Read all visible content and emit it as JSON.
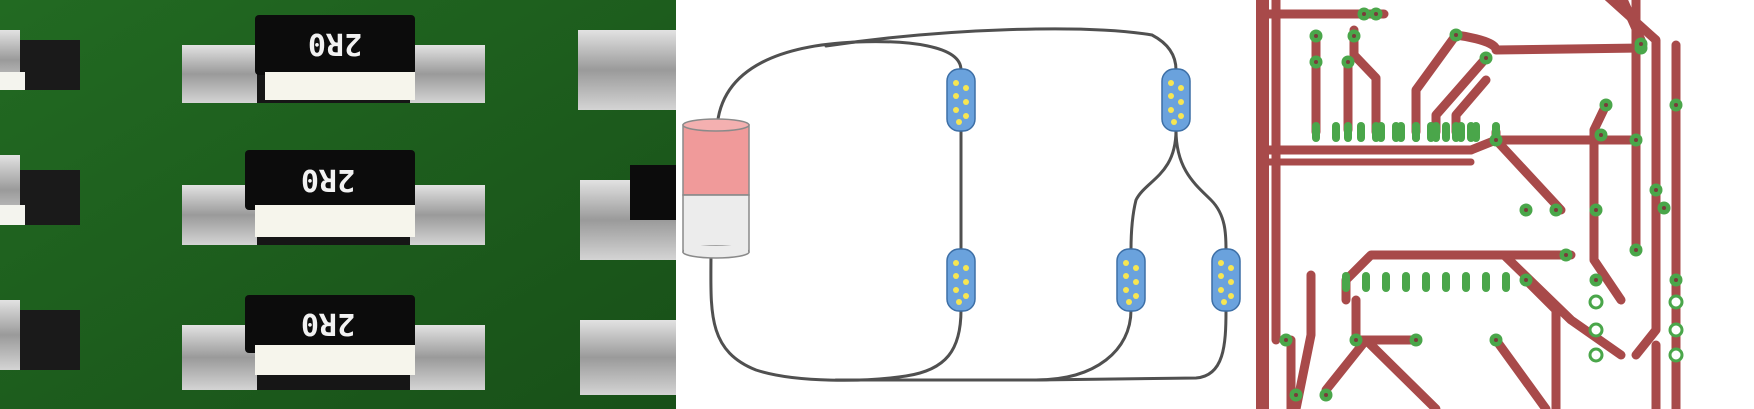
{
  "photo": {
    "resistor_markings": [
      "2R0",
      "2R0",
      "2R0"
    ],
    "colors": {
      "board": "#1f5e20",
      "body": "#111111",
      "solder": "#c8c8c8",
      "marking": "#f2f2f2"
    }
  },
  "diagram": {
    "components": {
      "cylinder": {
        "top_color": "#f09a9a",
        "bottom_color": "#ececec"
      },
      "resistor_color": "#6aa2dd",
      "dot_color": "#f7e652",
      "wire_color": "#505050"
    }
  },
  "pcb": {
    "colors": {
      "trace": "#a84a4a",
      "pad": "#4aa64a",
      "hole": "#ffffff"
    }
  }
}
